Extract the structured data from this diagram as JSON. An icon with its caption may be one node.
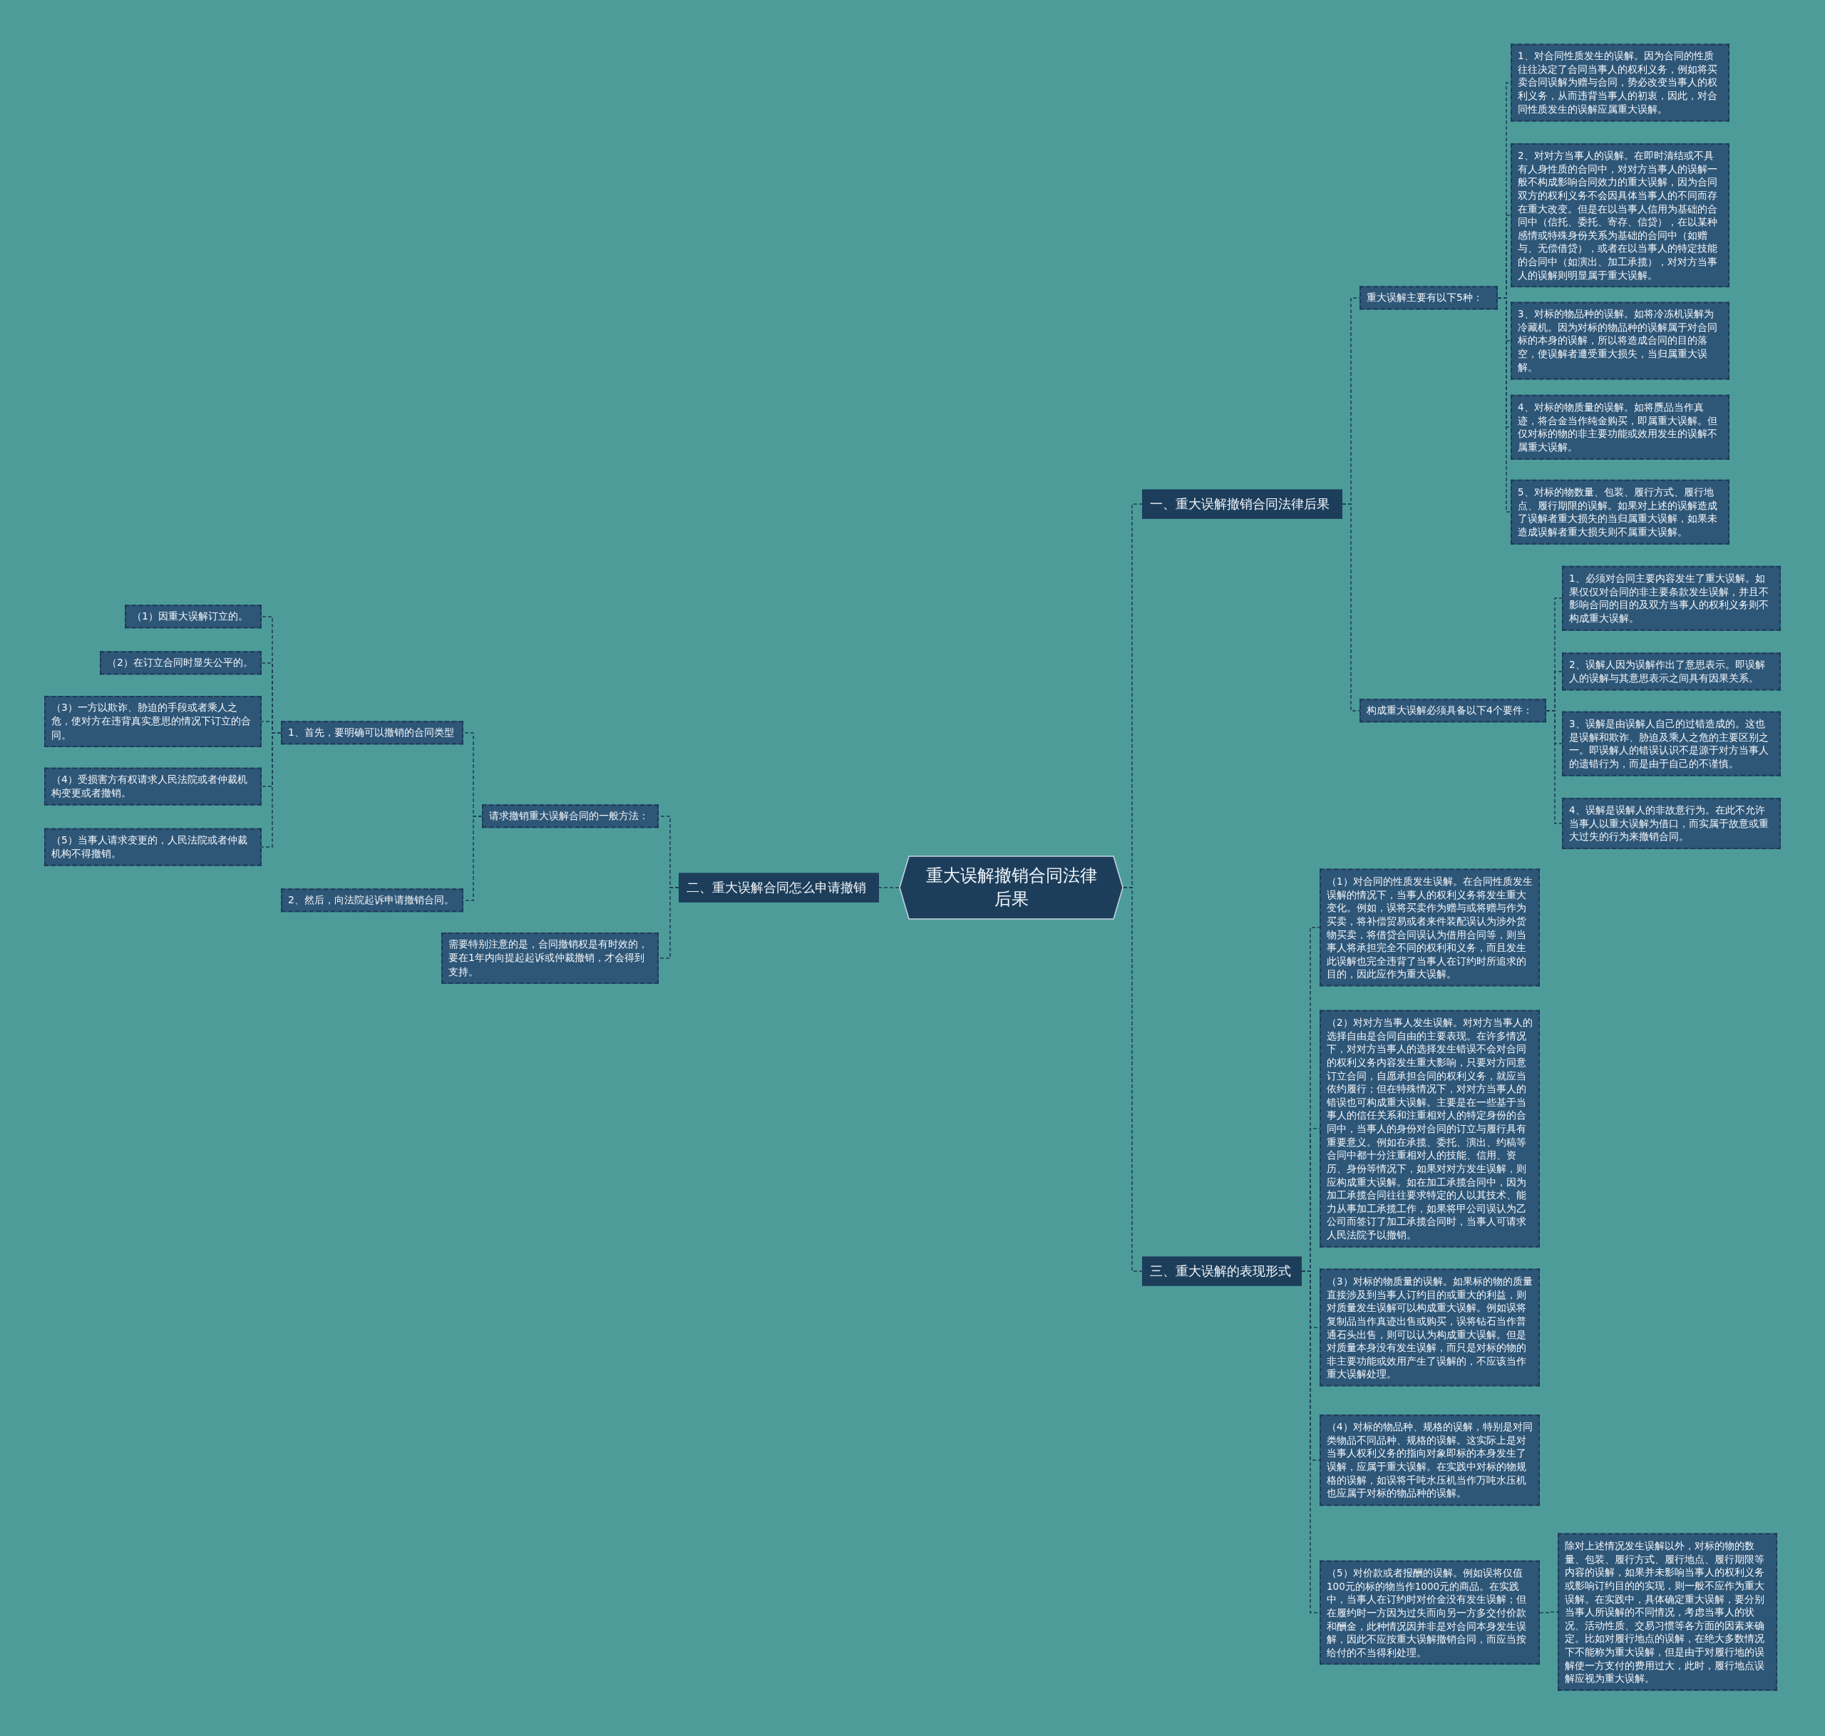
{
  "diagram": {
    "nodes": [
      {
        "text": [
          "重大误解撤销合同法律后果"
        ]
      },
      {
        "text": [
          "一、重大误解撤销合同法律后果"
        ]
      },
      {
        "text": [
          "重大误解主要有以下5种："
        ]
      },
      {
        "text": [
          "1、对合同性质发生的误解。因为合同的性质往往决定了合同当事人的权利义务，例如将买卖合同误解为赠与合同，势必改变当事人的权利义务，从而违背当事人的初衷，因此，对合同性质发生的误解应属重大误解。"
        ]
      },
      {
        "text": [
          "2、对对方当事人的误解。在即时清结或不具有人身性质的合同中，对对方当事人的误解一般不构成影响合同效力的重大误解，因为合同双方的权利义务不会因具体当事人的不同而存在重大改变。但是在以当事人信用为基础的合同中（信托、委托、寄存、信贷），在以某种感情或特殊身份关系为基础的合同中（如赠与、无偿借贷），或者在以当事人的特定技能的合同中（如演出、加工承揽），对对方当事人的误解则明显属于重大误解。"
        ]
      },
      {
        "text": [
          "3、对标的物品种的误解。如将冷冻机误解为冷藏机。因为对标的物品种的误解属于对合同标的本身的误解，所以将造成合同的目的落空，使误解者遭受重大损失，当归属重大误解。"
        ]
      },
      {
        "text": [
          "4、对标的物质量的误解。如将赝品当作真迹，将合金当作纯金购买，即属重大误解。但仅对标的物的非主要功能或效用发生的误解不属重大误解。"
        ]
      },
      {
        "text": [
          "5、对标的物数量、包装、履行方式、履行地点、履行期限的误解。如果对上述的误解造成了误解者重大损失的当归属重大误解，如果未造成误解者重大损失则不属重大误解。"
        ]
      },
      {
        "text": [
          "构成重大误解必须具备以下4个要件："
        ]
      },
      {
        "text": [
          "1、必须对合同主要内容发生了重大误解。如果仅仅对合同的非主要条款发生误解，并且不影响合同的目的及双方当事人的权利义务则不构成重大误解。"
        ]
      },
      {
        "text": [
          "2、误解人因为误解作出了意思表示。即误解人的误解与其意思表示之间具有因果关系。"
        ]
      },
      {
        "text": [
          "3、误解是由误解人自己的过错造成的。这也是误解和欺诈、胁迫及乘人之危的主要区别之一。即误解人的错误认识不是源于对方当事人的遗错行为，而是由于自己的不谨慎。"
        ]
      },
      {
        "text": [
          "4、误解是误解人的非故意行为。在此不允许当事人以重大误解为借口，而实属于故意或重大过失的行为来撤销合同。"
        ]
      },
      {
        "text": [
          "二、重大误解合同怎么申请撤销"
        ]
      },
      {
        "text": [
          "请求撤销重大误解合同的一般方法："
        ]
      },
      {
        "text": [
          "1、首先，要明确可以撤销的合同类型"
        ]
      },
      {
        "text": [
          "（1）因重大误解订立的。"
        ]
      },
      {
        "text": [
          "（2）在订立合同时显失公平的。"
        ]
      },
      {
        "text": [
          "（3）一方以欺诈、胁迫的手段或者乘人之危，使对方在违背真实意思的情况下订立的合同。"
        ]
      },
      {
        "text": [
          "（4）受损害方有权请求人民法院或者仲裁机构变更或者撤销。"
        ]
      },
      {
        "text": [
          "（5）当事人请求变更的，人民法院或者仲裁机构不得撤销。"
        ]
      },
      {
        "text": [
          "2、然后，向法院起诉申请撤销合同。"
        ]
      },
      {
        "text": [
          "需要特别注意的是，合同撤销权是有时效的，要在1年内向提起起诉或仲裁撤销，才会得到支持。"
        ]
      },
      {
        "text": [
          "三、重大误解的表现形式"
        ]
      },
      {
        "text": [
          "（1）对合同的性质发生误解。在合同性质发生误解的情况下，当事人的权利义务将发生重大变化。例如，误将买卖作为赠与或将赠与作为买卖，将补偿贸易或者来件装配误认为涉外货物买卖，将借贷合同误认为借用合同等，则当事人将承担完全不同的权利和义务，而且发生此误解也完全违背了当事人在订约时所追求的目的，因此应作为重大误解。"
        ]
      },
      {
        "text": [
          "（2）对对方当事人发生误解。对对方当事人的选择自由是合同自由的主要表现。在许多情况下，对对方当事人的选择发生错误不会对合同的权利义务内容发生重大影响，只要对方同意订立合同，自愿承担合同的权利义务，就应当依约履行；但在特殊情况下，对对方当事人的错误也可构成重大误解。主要是在一些基于当事人的信任关系和注重相对人的特定身份的合同中，当事人的身份对合同的订立与履行具有重要意义。例如在承揽、委托、演出、约稿等合同中都十分注重相对人的技能、信用、资历、身份等情况下，如果对对方发生误解，则应构成重大误解。如在加工承揽合同中，因为加工承揽合同往往要求特定的人以其技术、能力从事加工承揽工作，如果将甲公司误认为乙公司而签订了加工承揽合同时，当事人可请求人民法院予以撤销。"
        ]
      },
      {
        "text": [
          "（3）对标的物质量的误解。如果标的物的质量直接涉及到当事人订约目的或重大的利益，则对质量发生误解可以构成重大误解。例如误将复制品当作真迹出售或购买，误将钻石当作普通石头出售，则可以认为构成重大误解。但是对质量本身没有发生误解，而只是对标的物的非主要功能或效用产生了误解的，不应该当作重大误解处理。"
        ]
      },
      {
        "text": [
          "（4）对标的物品种、规格的误解，特别是对同类物品不同品种、规格的误解。这实际上是对当事人权利义务的指向对象即标的本身发生了误解，应属于重大误解。在实践中对标的物规格的误解，如误将千吨水压机当作万吨水压机也应属于对标的物品种的误解。"
        ]
      },
      {
        "text": [
          "（5）对价款或者报酬的误解。例如误将仅值100元的标的物当作1000元的商品。在实践中，当事人在订约时对价金没有发生误解；但在履约时一方因为过失而向另一方多交付价款和酬金，此种情况因并非是对合同本身发生误解，因此不应按重大误解撤销合同，而应当按给付的不当得利处理。"
        ]
      },
      {
        "text": [
          "除对上述情况发生误解以外，对标的物的数量、包装、履行方式、履行地点、履行期限等内容的误解，如果并未影响当事人的权利义务或影响订约目的的实现，则一般不应作为重大误解。在实践中，具体确定重大误解，要分别当事人所误解的不同情况，考虑当事人的状况、活动性质、交易习惯等各方面的因素来确定。比如对履行地点的误解，在绝大多数情况下不能称为重大误解，但是由于对履行地的误解使一方支付的费用过大，此时，履行地点误解应视为重大误解。"
        ]
      }
    ],
    "edges": [
      {
        "from": 0,
        "to": 1,
        "arrow": "none"
      },
      {
        "from": 1,
        "to": 2,
        "arrow": "none"
      },
      {
        "from": 2,
        "to": 3,
        "arrow": "none"
      },
      {
        "from": 2,
        "to": 4,
        "arrow": "none"
      },
      {
        "from": 2,
        "to": 5,
        "arrow": "none"
      },
      {
        "from": 2,
        "to": 6,
        "arrow": "none"
      },
      {
        "from": 2,
        "to": 7,
        "arrow": "none"
      },
      {
        "from": 1,
        "to": 8,
        "arrow": "none"
      },
      {
        "from": 8,
        "to": 9,
        "arrow": "none"
      },
      {
        "from": 8,
        "to": 10,
        "arrow": "none"
      },
      {
        "from": 8,
        "to": 11,
        "arrow": "none"
      },
      {
        "from": 8,
        "to": 12,
        "arrow": "none"
      },
      {
        "from": 0,
        "to": 13,
        "arrow": "none"
      },
      {
        "from": 13,
        "to": 14,
        "arrow": "none"
      },
      {
        "from": 14,
        "to": 15,
        "arrow": "none"
      },
      {
        "from": 15,
        "to": 16,
        "arrow": "none"
      },
      {
        "from": 15,
        "to": 17,
        "arrow": "none"
      },
      {
        "from": 15,
        "to": 18,
        "arrow": "none"
      },
      {
        "from": 15,
        "to": 19,
        "arrow": "none"
      },
      {
        "from": 15,
        "to": 20,
        "arrow": "none"
      },
      {
        "from": 14,
        "to": 21,
        "arrow": "none"
      },
      {
        "from": 13,
        "to": 22,
        "arrow": "none"
      },
      {
        "from": 0,
        "to": 23,
        "arrow": "none"
      },
      {
        "from": 23,
        "to": 24,
        "arrow": "none"
      },
      {
        "from": 23,
        "to": 25,
        "arrow": "none"
      },
      {
        "from": 23,
        "to": 26,
        "arrow": "none"
      },
      {
        "from": 23,
        "to": 27,
        "arrow": "none"
      },
      {
        "from": 23,
        "to": 28,
        "arrow": "none"
      },
      {
        "from": 28,
        "to": 29,
        "arrow": "none"
      }
    ]
  }
}
